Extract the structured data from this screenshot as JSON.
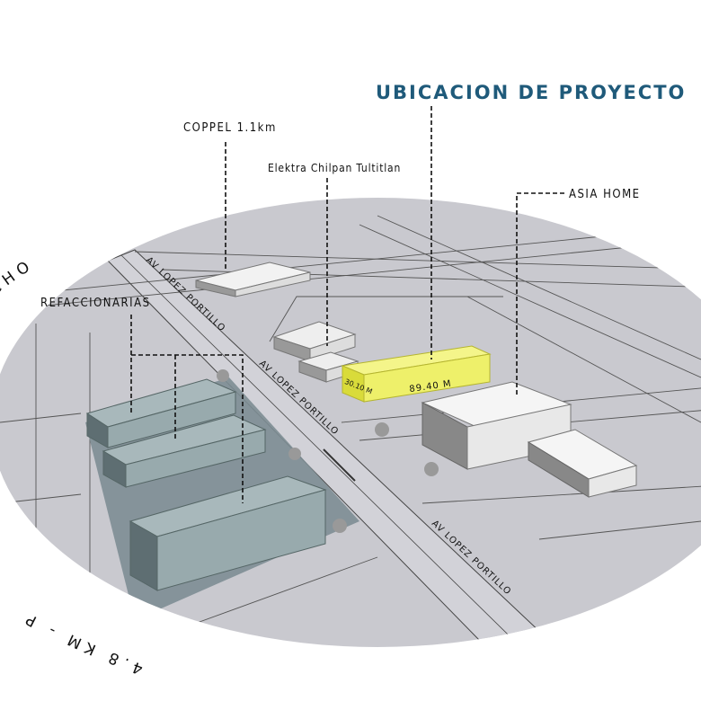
{
  "title": "UBICACION DE PROYECTO",
  "labels": {
    "coppel": "COPPEL 1.1km",
    "elektra": "Elektra Chilpan Tultitlan",
    "asia_home": "ASIA HOME",
    "refaccionarias": "REFACCIONARIAS"
  },
  "roads": {
    "road_1": "AV  LOPEZ PORTILLO",
    "road_2": "AV  LOPEZ PORTILLO",
    "road_3": "AV  LOPEZ PORTILLO"
  },
  "project": {
    "length": "89.40 M",
    "width": "30.10 M"
  },
  "arc_text": {
    "top_left": "ACHO",
    "bottom_left": "4.8 KM - P"
  },
  "colors": {
    "project": "#eef06a",
    "title": "#1f5a7a",
    "ground": "#c9c9cf",
    "refaccionarias": "#7d8d93"
  }
}
